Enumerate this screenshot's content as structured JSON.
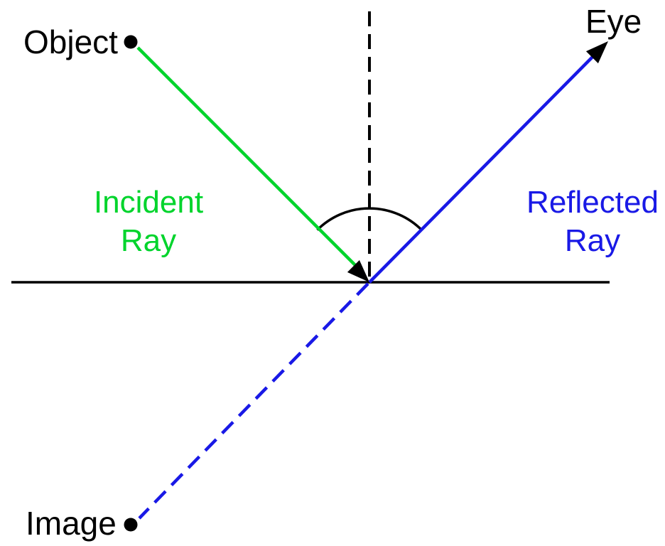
{
  "labels": {
    "object": "Object",
    "eye": "Eye",
    "image": "Image",
    "incident_ray": [
      "Incident",
      "Ray"
    ],
    "reflected_ray": [
      "Reflected",
      "Ray"
    ]
  },
  "colors": {
    "incident": "#00d42c",
    "reflected": "#1919e6",
    "ink": "#000000",
    "background": "#ffffff"
  }
}
